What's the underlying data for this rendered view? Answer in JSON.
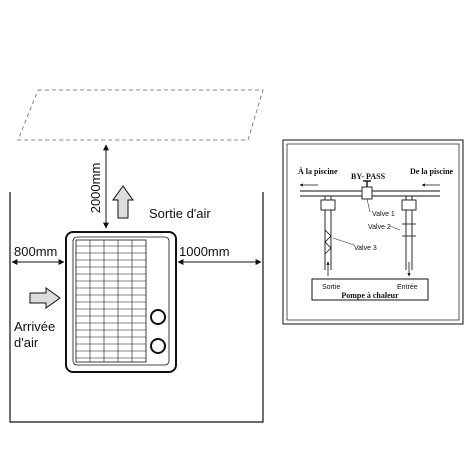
{
  "install": {
    "clearance_top": "2000mm",
    "air_out": "Sortie d'air",
    "clearance_left": "800mm",
    "clearance_right": "1000mm",
    "air_in_line1": "Arrivée",
    "air_in_line2": "d'air"
  },
  "piping": {
    "to_pool": "À la piscine",
    "bypass": "BY- PASS",
    "from_pool": "De la piscine",
    "valve1": "Valve 1",
    "valve2": "Valve 2",
    "valve3": "Valve 3",
    "outlet": "Sortie",
    "inlet": "Entrée",
    "heat_pump": "Pompe à chaleur"
  },
  "colors": {
    "line": "#111111",
    "arrow_fill": "#dddddd",
    "dashed": "#888888"
  }
}
